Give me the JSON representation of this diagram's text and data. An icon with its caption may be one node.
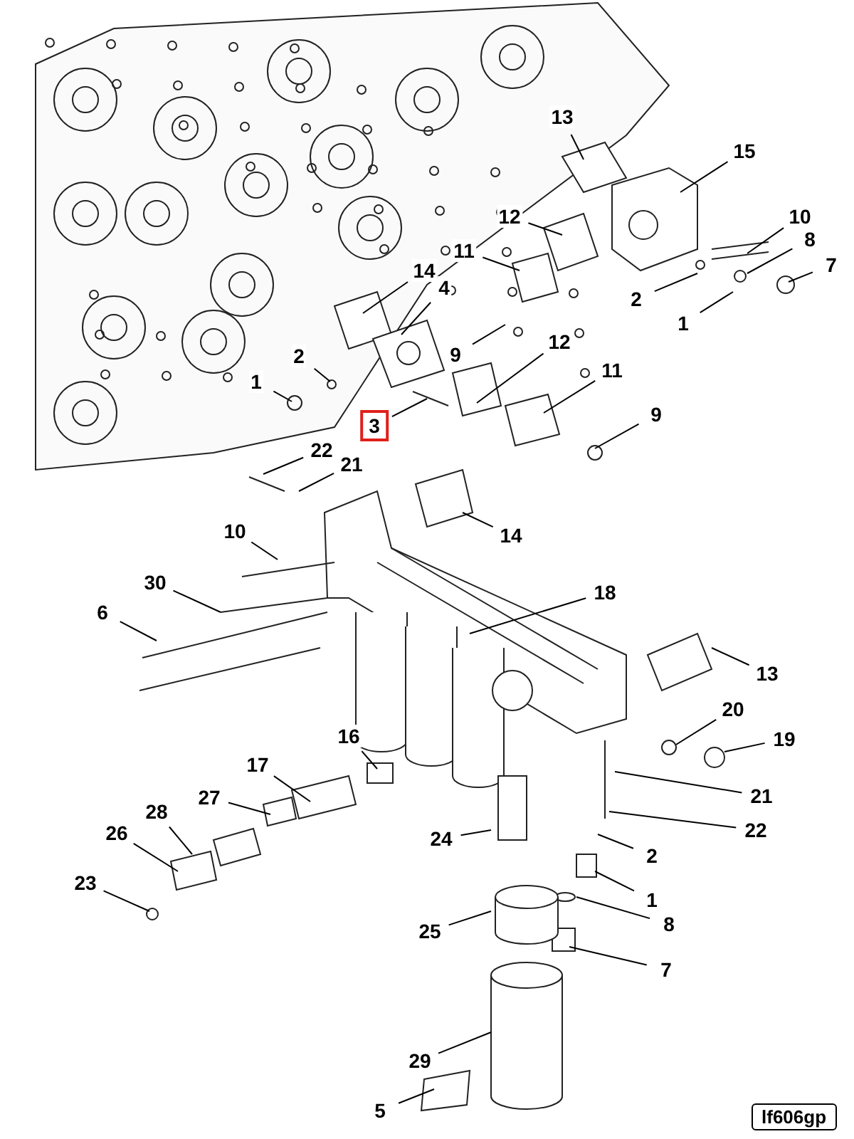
{
  "diagram": {
    "nodes": [
      {
        "text": [
          "13"
        ]
      },
      {
        "text": [
          "15"
        ]
      },
      {
        "text": [
          "12"
        ]
      },
      {
        "text": [
          "11"
        ]
      },
      {
        "text": [
          "10"
        ]
      },
      {
        "text": [
          "8"
        ]
      },
      {
        "text": [
          "7"
        ]
      },
      {
        "text": [
          "14"
        ]
      },
      {
        "text": [
          "4"
        ]
      },
      {
        "text": [
          "2"
        ]
      },
      {
        "text": [
          "1"
        ]
      },
      {
        "text": [
          "9"
        ]
      },
      {
        "text": [
          "12"
        ]
      },
      {
        "text": [
          "2"
        ]
      },
      {
        "text": [
          "11"
        ]
      },
      {
        "text": [
          "1"
        ]
      },
      {
        "text": [
          "9"
        ]
      },
      {
        "text": [
          "3"
        ]
      },
      {
        "text": [
          "22"
        ]
      },
      {
        "text": [
          "21"
        ]
      },
      {
        "text": [
          "10"
        ]
      },
      {
        "text": [
          "14"
        ]
      },
      {
        "text": [
          "30"
        ]
      },
      {
        "text": [
          "18"
        ]
      },
      {
        "text": [
          "6"
        ]
      },
      {
        "text": [
          "13"
        ]
      },
      {
        "text": [
          "20"
        ]
      },
      {
        "text": [
          "16"
        ]
      },
      {
        "text": [
          "19"
        ]
      },
      {
        "text": [
          "17"
        ]
      },
      {
        "text": [
          "21"
        ]
      },
      {
        "text": [
          "27"
        ]
      },
      {
        "text": [
          "28"
        ]
      },
      {
        "text": [
          "22"
        ]
      },
      {
        "text": [
          "26"
        ]
      },
      {
        "text": [
          "24"
        ]
      },
      {
        "text": [
          "2"
        ]
      },
      {
        "text": [
          "23"
        ]
      },
      {
        "text": [
          "1"
        ]
      },
      {
        "text": [
          "25"
        ]
      },
      {
        "text": [
          "8"
        ]
      },
      {
        "text": [
          "7"
        ]
      },
      {
        "text": [
          "29"
        ]
      },
      {
        "text": [
          "5"
        ]
      }
    ],
    "edges": [
      {
        "from": 0,
        "to": null,
        "arrow": "none"
      },
      {
        "from": 1,
        "to": null,
        "arrow": "none"
      },
      {
        "from": 2,
        "to": null,
        "arrow": "none"
      },
      {
        "from": 3,
        "to": null,
        "arrow": "none"
      },
      {
        "from": 4,
        "to": null,
        "arrow": "none"
      },
      {
        "from": 5,
        "to": null,
        "arrow": "none"
      },
      {
        "from": 6,
        "to": null,
        "arrow": "none"
      },
      {
        "from": 7,
        "to": null,
        "arrow": "none"
      },
      {
        "from": 8,
        "to": null,
        "arrow": "none"
      },
      {
        "from": 9,
        "to": null,
        "arrow": "none"
      },
      {
        "from": 10,
        "to": null,
        "arrow": "none"
      },
      {
        "from": 11,
        "to": null,
        "arrow": "none"
      },
      {
        "from": 12,
        "to": null,
        "arrow": "none"
      },
      {
        "from": 13,
        "to": null,
        "arrow": "none"
      },
      {
        "from": 14,
        "to": null,
        "arrow": "none"
      },
      {
        "from": 15,
        "to": null,
        "arrow": "none"
      },
      {
        "from": 16,
        "to": null,
        "arrow": "none"
      },
      {
        "from": 17,
        "to": null,
        "arrow": "none"
      },
      {
        "from": 18,
        "to": null,
        "arrow": "none"
      },
      {
        "from": 19,
        "to": null,
        "arrow": "none"
      },
      {
        "from": 20,
        "to": null,
        "arrow": "none"
      },
      {
        "from": 21,
        "to": null,
        "arrow": "none"
      },
      {
        "from": 22,
        "to": null,
        "arrow": "none"
      },
      {
        "from": 23,
        "to": null,
        "arrow": "none"
      },
      {
        "from": 24,
        "to": null,
        "arrow": "none"
      },
      {
        "from": 25,
        "to": null,
        "arrow": "none"
      },
      {
        "from": 26,
        "to": null,
        "arrow": "none"
      },
      {
        "from": 27,
        "to": null,
        "arrow": "none"
      },
      {
        "from": 28,
        "to": null,
        "arrow": "none"
      },
      {
        "from": 29,
        "to": null,
        "arrow": "none"
      },
      {
        "from": 30,
        "to": null,
        "arrow": "none"
      },
      {
        "from": 31,
        "to": null,
        "arrow": "none"
      },
      {
        "from": 32,
        "to": null,
        "arrow": "none"
      },
      {
        "from": 33,
        "to": null,
        "arrow": "none"
      },
      {
        "from": 34,
        "to": null,
        "arrow": "none"
      },
      {
        "from": 35,
        "to": null,
        "arrow": "none"
      },
      {
        "from": 36,
        "to": null,
        "arrow": "none"
      },
      {
        "from": 37,
        "to": null,
        "arrow": "none"
      },
      {
        "from": 38,
        "to": null,
        "arrow": "none"
      },
      {
        "from": 39,
        "to": null,
        "arrow": "none"
      },
      {
        "from": 40,
        "to": null,
        "arrow": "none"
      },
      {
        "from": 41,
        "to": null,
        "arrow": "none"
      },
      {
        "from": 42,
        "to": null,
        "arrow": "none"
      },
      {
        "from": 43,
        "to": null,
        "arrow": "none"
      }
    ],
    "labels": [
      "lf606gp"
    ]
  }
}
